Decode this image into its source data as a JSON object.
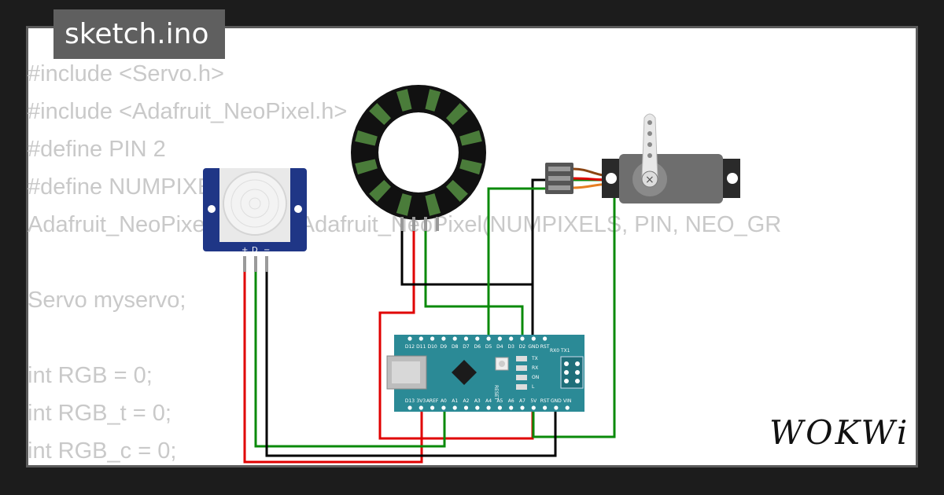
{
  "tab": {
    "title": "sketch.ino"
  },
  "code_lines": [
    "#include <Servo.h>",
    "#include <Adafruit_NeoPixel.h>",
    "#define PIN 2",
    "#define NUMPIXELS 12",
    "Adafruit_NeoPixel pixels = Adafruit_NeoPixel(NUMPIXELS, PIN, NEO_GR",
    "",
    "Servo myservo;",
    "",
    "int RGB = 0;",
    "int RGB_t = 0;",
    "int RGB_c = 0;"
  ],
  "pir": {
    "pin_labels": [
      "+",
      "D",
      "−"
    ]
  },
  "nano": {
    "top_pins": [
      "D12",
      "D11",
      "D10",
      "D9",
      "D8",
      "D7",
      "D6",
      "D5",
      "D4",
      "D3",
      "D2",
      "GND",
      "RST"
    ],
    "bottom_pins": [
      "D13",
      "3V3",
      "AREF",
      "A0",
      "A1",
      "A2",
      "A3",
      "A4",
      "A5",
      "A6",
      "A7",
      "5V",
      "RST",
      "GND",
      "VIN"
    ],
    "right_header": "RX0 TX1",
    "reset_label": "RESET",
    "led_labels": [
      "TX",
      "RX",
      "ON",
      "L"
    ]
  },
  "neopixel_ring": {
    "pixel_count": 12
  },
  "brand": {
    "logo": "WOKWi"
  },
  "colors": {
    "wire_red": "#e00000",
    "wire_green": "#0a8a0a",
    "wire_black": "#000000",
    "board_teal": "#2b8a96",
    "ring_green": "#4a7c3a",
    "pir_blue": "#1f3686",
    "servo_body": "#6e6e6e",
    "servo_orange": "#e67e22",
    "servo_brown": "#8b4513"
  }
}
